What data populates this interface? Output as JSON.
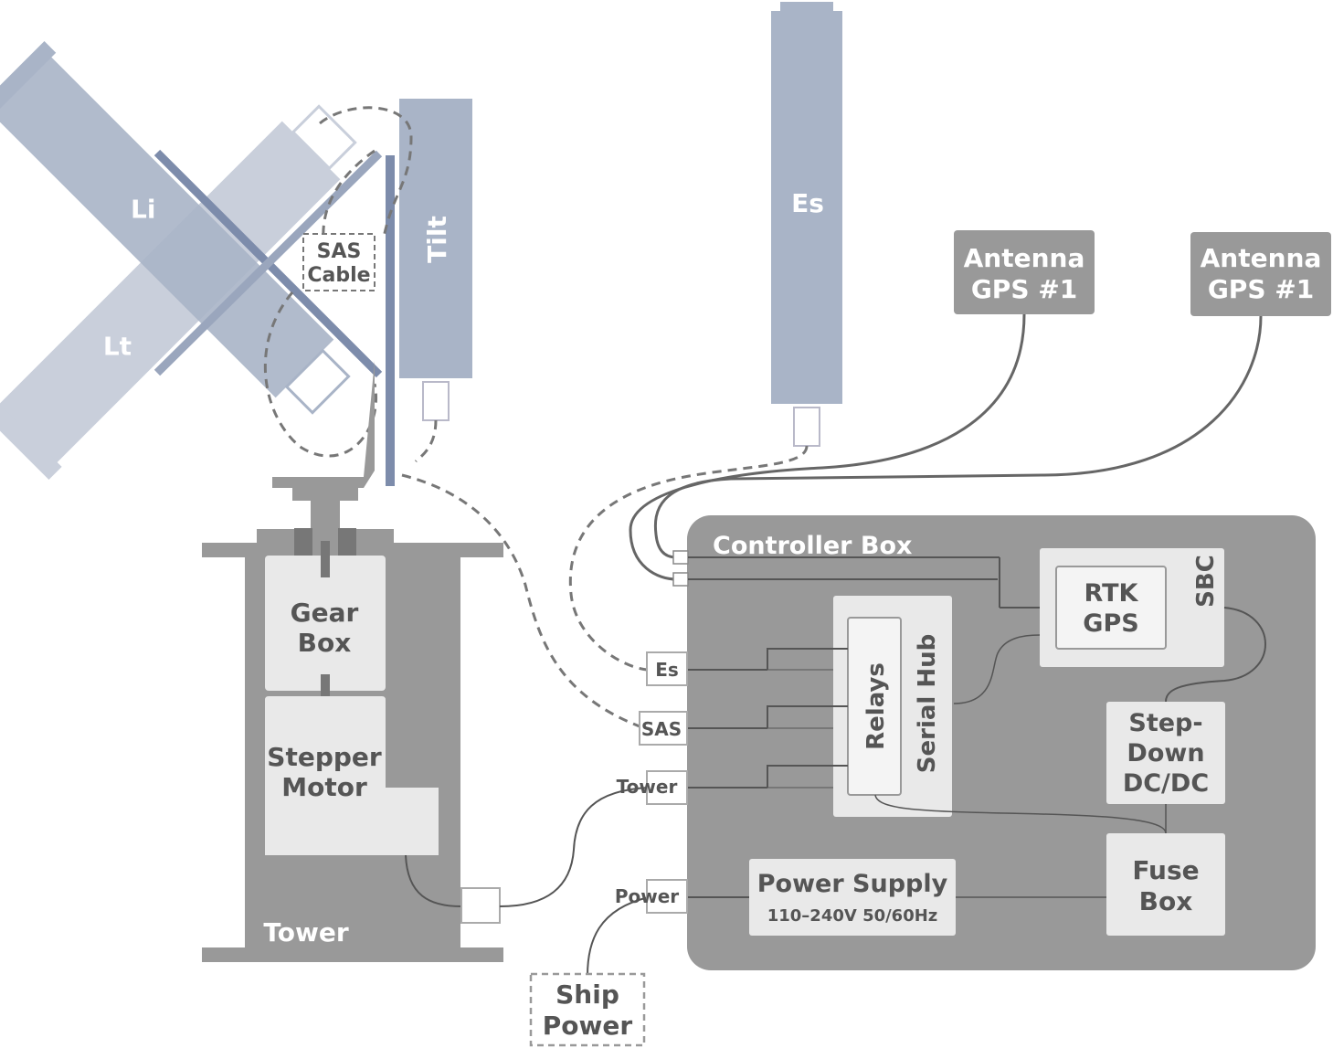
{
  "sensors": {
    "li_label": "Li",
    "lt_label": "Lt",
    "tilt_label": "Tilt",
    "es_label": "Es",
    "sas_cable_line1": "SAS",
    "sas_cable_line2": "Cable"
  },
  "antennas": [
    {
      "line1": "Antenna",
      "line2": "GPS #1"
    },
    {
      "line1": "Antenna",
      "line2": "GPS #1"
    }
  ],
  "tower": {
    "label": "Tower",
    "gear_box_line1": "Gear",
    "gear_box_line2": "Box",
    "stepper_line1": "Stepper",
    "stepper_line2": "Motor"
  },
  "controller": {
    "title": "Controller Box",
    "relays": "Relays",
    "serial_hub": "Serial Hub",
    "rtk_line1": "RTK",
    "rtk_line2": "GPS",
    "sbc": "SBC",
    "stepdown_line1": "Step-",
    "stepdown_line2": "Down",
    "stepdown_line3": "DC/DC",
    "fuse_line1": "Fuse",
    "fuse_line2": "Box",
    "power_supply": "Power Supply",
    "power_supply_spec": "110–240V 50/60Hz"
  },
  "ports": {
    "es": "Es",
    "sas": "SAS",
    "tower": "Tower",
    "power": "Power"
  },
  "ship_power": {
    "line1": "Ship",
    "line2": "Power"
  },
  "colors": {
    "sensor_blue": "#a9b4c7",
    "sensor_light": "#c9cfdb",
    "bar_blue": "#7d8cab",
    "box_gray": "#999999",
    "panel_gray": "#e9e9e9",
    "line_gray": "#666666"
  }
}
